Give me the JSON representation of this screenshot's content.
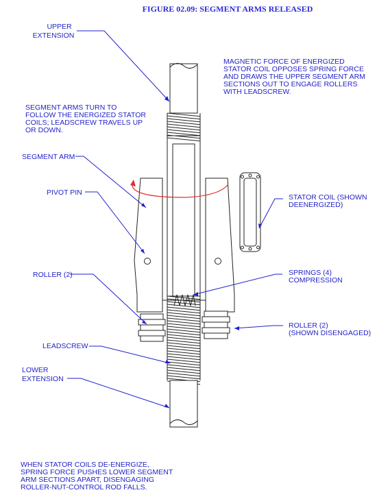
{
  "title": "FIGURE 02.09:  SEGMENT ARMS RELEASED",
  "labels": {
    "upper_extension": [
      "UPPER",
      "EXTENSION"
    ],
    "magnetic_force": [
      "MAGNETIC FORCE OF ENERGIZED",
      "STATOR COIL OPPOSES SPRING FORCE",
      "AND DRAWS THE UPPER SEGMENT ARM",
      "SECTIONS OUT TO ENGAGE ROLLERS",
      "WITH LEADSCREW."
    ],
    "segment_arms_turn": [
      "SEGMENT ARMS TURN TO",
      "FOLLOW THE ENERGIZED STATOR",
      "COILS; LEADSCREW TRAVELS UP",
      "OR DOWN."
    ],
    "segment_arm": "SEGMENT ARM",
    "pivot_pin": "PIVOT PIN",
    "stator_coil": [
      "STATOR COIL (SHOWN",
      "DEENERGIZED)"
    ],
    "roller_left": "ROLLER (2)",
    "springs": [
      "SPRINGS (4)",
      "COMPRESSION"
    ],
    "roller_right": [
      "ROLLER (2)",
      "(SHOWN DISENGAGED)"
    ],
    "leadscrew": "LEADSCREW",
    "lower_extension": [
      "LOWER",
      "EXTENSION"
    ],
    "bottom_note": [
      "WHEN STATOR COILS DE-ENERGIZE,",
      "SPRING FORCE PUSHES LOWER SEGMENT",
      "ARM SECTIONS APART, DISENGAGING",
      "ROLLER-NUT-CONTROL ROD FALLS."
    ]
  },
  "colors": {
    "line": "#1f1fd0",
    "text": "#2323c8",
    "rotation_arrow": "#e03030",
    "outline": "#222222"
  }
}
